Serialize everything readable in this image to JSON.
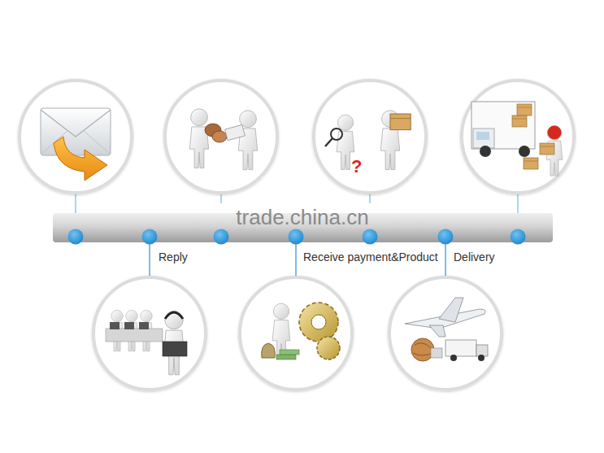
{
  "diagram": {
    "labels": [
      "trade.china.cn",
      "Reply",
      "Receive payment&Product",
      "Delivery"
    ]
  }
}
